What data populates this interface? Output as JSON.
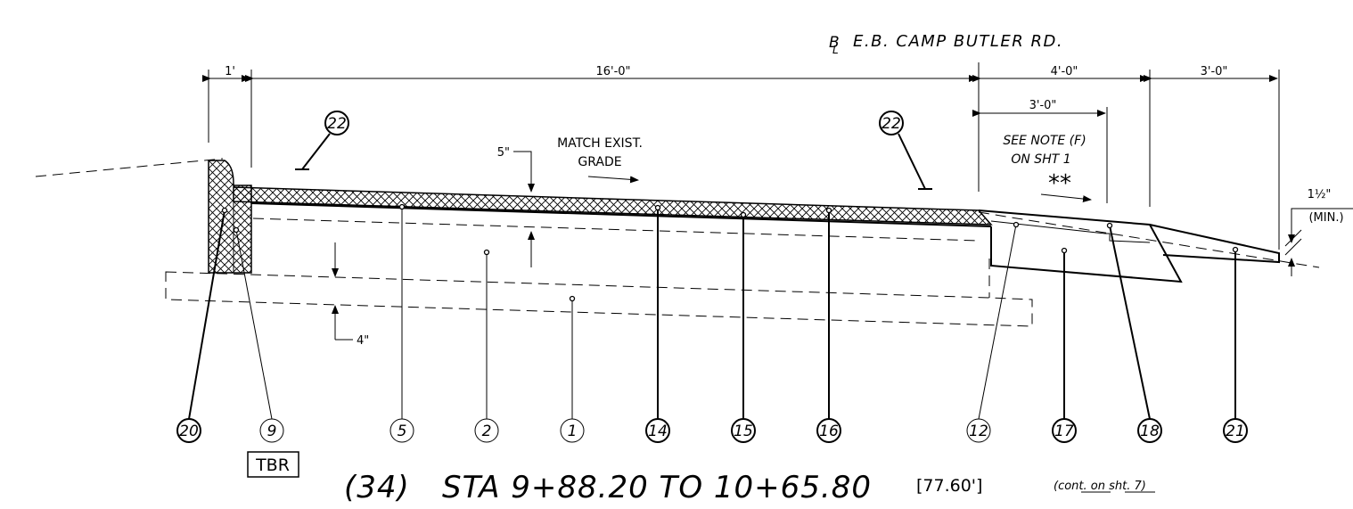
{
  "header": {
    "centerline_label": "E.B. CAMP BUTLER RD."
  },
  "dimensions": {
    "curb_width": "1'",
    "main_width": "16'-0\"",
    "shoulder_width": "4'-0\"",
    "outer_width": "3'-0\"",
    "inner_shoulder": "3'-0\"",
    "surface_thickness": "5\"",
    "base_thickness": "4\"",
    "edge_thickness": "1½\"",
    "edge_min": "(MIN.)"
  },
  "notes": {
    "match_line1": "MATCH EXIST.",
    "match_line2": "GRADE",
    "see_note_line1": "SEE NOTE (F)",
    "see_note_line2": "ON SHT 1",
    "asterisks": "**"
  },
  "callouts": {
    "top_left": "22",
    "top_right": "22",
    "bottom": [
      "20",
      "9",
      "5",
      "2",
      "1",
      "14",
      "15",
      "16",
      "12",
      "17",
      "18",
      "21"
    ]
  },
  "tbr_label": "TBR",
  "footer": {
    "section_id": "(34)",
    "station_range": "STA 9+88.20 TO 10+65.80",
    "length": "[77.60']",
    "continued": "(cont. on sht. 7)"
  }
}
